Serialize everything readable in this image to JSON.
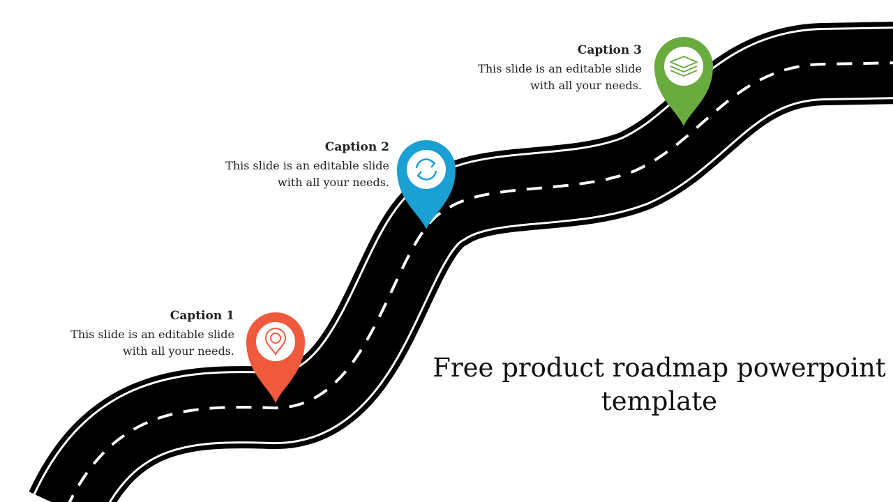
{
  "title": "Free product roadmap powerpoint template",
  "colors": {
    "road": "#000000",
    "pin1": "#f05a3c",
    "pin2": "#1aa0d2",
    "pin3": "#6aab3f"
  },
  "milestones": [
    {
      "caption": "Caption 1",
      "text_line1": "This slide is an editable slide",
      "text_line2": "with all your needs.",
      "icon": "location-pin-icon"
    },
    {
      "caption": "Caption 2",
      "text_line1": "This slide is an editable slide",
      "text_line2": "with all your needs.",
      "icon": "refresh-icon"
    },
    {
      "caption": "Caption 3",
      "text_line1": "This slide is an editable slide",
      "text_line2": "with all your needs.",
      "icon": "layers-icon"
    }
  ]
}
